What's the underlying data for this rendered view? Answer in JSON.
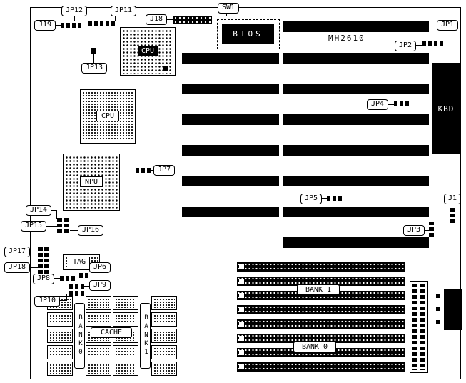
{
  "board": {
    "model": "MH2610"
  },
  "jumpers": {
    "jp1": "JP1",
    "jp2": "JP2",
    "jp3": "JP3",
    "jp4": "JP4",
    "jp5": "JP5",
    "jp6": "JP6",
    "jp7": "JP7",
    "jp8": "JP8",
    "jp9": "JP9",
    "jp10": "JP10",
    "jp11": "JP11",
    "jp12": "JP12",
    "jp13": "JP13",
    "jp14": "JP14",
    "jp15": "JP15",
    "jp16": "JP16",
    "jp17": "JP17",
    "jp18": "JP18",
    "j1": "J1",
    "j18": "J18",
    "j19": "J19",
    "sw1": "SW1"
  },
  "chips": {
    "bios": "BIOS",
    "cpu_socket": "CPU",
    "cpu": "CPU",
    "npu": "NPU",
    "kbd": "KBD",
    "tag": "TAG"
  },
  "memory": {
    "bank0": "BANK 0",
    "bank1": "BANK 1"
  },
  "cache": {
    "label": "CACHE",
    "bank0": "BANK0",
    "bank1": "BANK1"
  }
}
